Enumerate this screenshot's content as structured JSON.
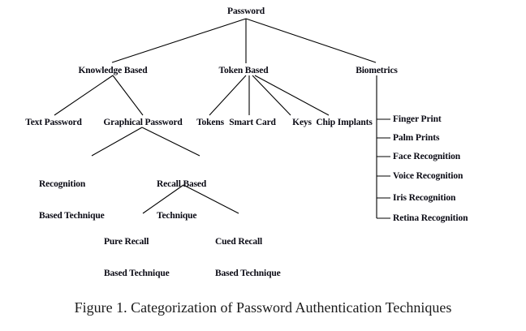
{
  "figure": {
    "caption": "Figure 1. Categorization of Password Authentication Techniques",
    "background_color": "#ffffff",
    "line_color": "#000000",
    "text_color": "#0a0a14"
  },
  "tree": {
    "root": {
      "label": "Password"
    },
    "level2": [
      {
        "label": "Knowledge Based"
      },
      {
        "label": "Token Based"
      },
      {
        "label": "Biometrics"
      }
    ],
    "knowledge_based_children": [
      {
        "label": "Text Password"
      },
      {
        "label": "Graphical Password"
      }
    ],
    "token_based_children": [
      {
        "label": "Tokens"
      },
      {
        "label": "Smart Card"
      },
      {
        "label": "Keys"
      },
      {
        "label": "Chip Implants"
      }
    ],
    "graphical_password_children": [
      {
        "line1": "Recognition",
        "line2": "Based Technique"
      },
      {
        "line1": "Recall Based",
        "line2": "Technique"
      }
    ],
    "recall_based_children": [
      {
        "line1": "Pure Recall",
        "line2": "Based Technique"
      },
      {
        "line1": "Cued Recall",
        "line2": "Based Technique"
      }
    ],
    "biometrics_children": [
      {
        "label": "Finger Print"
      },
      {
        "label": "Palm Prints"
      },
      {
        "label": "Face Recognition"
      },
      {
        "label": "Voice Recognition"
      },
      {
        "label": "Iris Recognition"
      },
      {
        "label": "Retina Recognition"
      }
    ]
  },
  "chart_data": {
    "type": "table",
    "title": "Categorization of Password Authentication Techniques",
    "hierarchy": {
      "name": "Password",
      "children": [
        {
          "name": "Knowledge Based",
          "children": [
            {
              "name": "Text Password",
              "children": []
            },
            {
              "name": "Graphical Password",
              "children": [
                {
                  "name": "Recognition Based Technique",
                  "children": []
                },
                {
                  "name": "Recall Based Technique",
                  "children": [
                    {
                      "name": "Pure Recall Based Technique",
                      "children": []
                    },
                    {
                      "name": "Cued Recall Based Technique",
                      "children": []
                    }
                  ]
                }
              ]
            }
          ]
        },
        {
          "name": "Token Based",
          "children": [
            {
              "name": "Tokens",
              "children": []
            },
            {
              "name": "Smart Card",
              "children": []
            },
            {
              "name": "Keys",
              "children": []
            },
            {
              "name": "Chip Implants",
              "children": []
            }
          ]
        },
        {
          "name": "Biometrics",
          "children": [
            {
              "name": "Finger Print",
              "children": []
            },
            {
              "name": "Palm Prints",
              "children": []
            },
            {
              "name": "Face Recognition",
              "children": []
            },
            {
              "name": "Voice Recognition",
              "children": []
            },
            {
              "name": "Iris Recognition",
              "children": []
            },
            {
              "name": "Retina Recognition",
              "children": []
            }
          ]
        }
      ]
    }
  }
}
